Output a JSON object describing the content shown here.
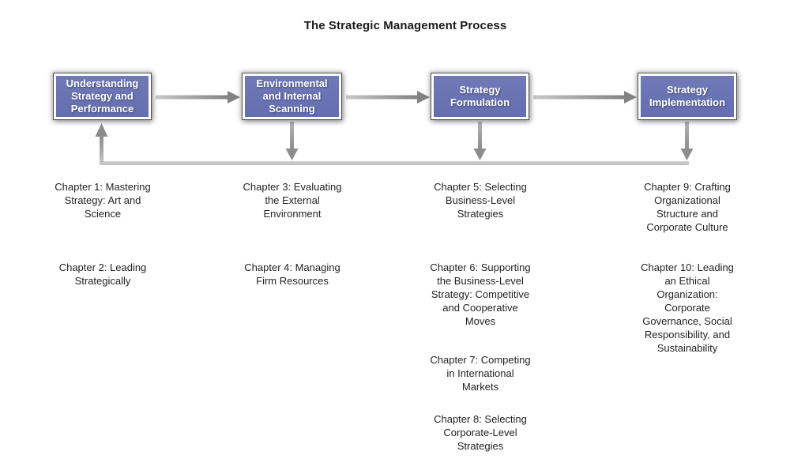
{
  "title": "The Strategic Management Process",
  "colors": {
    "background": "#ffffff",
    "box_fill": "#6b74b4",
    "box_border": "#ffffff",
    "box_text": "#ffffff",
    "arrow_dark": "#858585",
    "arrow_light": "#c6c6c6",
    "feedback_line": "#c9c9c9",
    "text": "#231f20"
  },
  "process_steps": [
    {
      "label": "Understanding\nStrategy and\nPerformance"
    },
    {
      "label": "Environmental\nand Internal\nScanning"
    },
    {
      "label": "Strategy\nFormulation"
    },
    {
      "label": "Strategy\nImplementation"
    }
  ],
  "chapter_columns": [
    {
      "chapters": [
        "Chapter 1: Mastering\nStrategy: Art and\nScience",
        "Chapter 2: Leading\nStrategically"
      ]
    },
    {
      "chapters": [
        "Chapter 3: Evaluating\nthe External\nEnvironment",
        "Chapter 4: Managing\nFirm Resources"
      ]
    },
    {
      "chapters": [
        "Chapter 5: Selecting\nBusiness-Level\nStrategies",
        "Chapter 6: Supporting\nthe Business-Level\nStrategy: Competitive\nand Cooperative\nMoves",
        "Chapter 7: Competing\nin International\nMarkets",
        "Chapter 8: Selecting\nCorporate-Level\nStrategies"
      ]
    },
    {
      "chapters": [
        "Chapter 9: Crafting\nOrganizational\nStructure and\nCorporate Culture",
        "Chapter 10: Leading\nan Ethical\nOrganization:\nCorporate\nGovernance, Social\nResponsibility, and\nSustainability"
      ]
    }
  ]
}
